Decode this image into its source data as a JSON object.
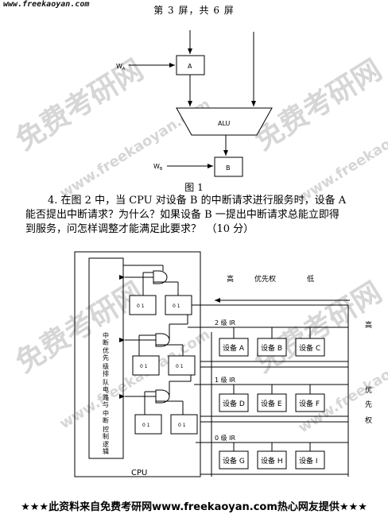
{
  "site_header": "www.freekaoyan.com",
  "page_header": "第 3 屏，共 6 屏",
  "watermark": {
    "cn": "免费考研网",
    "url": "www.freekaoyan.com"
  },
  "figure1": {
    "wa_label": "W",
    "wa_sub": "A",
    "wb_label": "W",
    "wb_sub": "B",
    "reg_a": "A",
    "reg_b": "B",
    "alu": "ALU",
    "caption": "图 1"
  },
  "question": {
    "line1": "4. 在图 2 中，当 CPU 对设备 B 的中断请求进行服务时，设备 A",
    "line2": "能否提出中断请求？为什么？如果设备 B 一提出中断请求总能立即得",
    "line3": "到服务，问怎样调整才能满足此要求？　（10 分）"
  },
  "figure2": {
    "priority_header": [
      "高",
      "优先权",
      "低"
    ],
    "side_high": "高",
    "side_priority": [
      "优",
      "先",
      "权"
    ],
    "left_box_text": [
      "中",
      "断",
      "优",
      "先",
      "级",
      "排",
      "队",
      "电",
      "路",
      "与",
      "中",
      "断",
      "控",
      "制",
      "逻",
      "辑"
    ],
    "ff_label": "0  1",
    "levels": [
      {
        "ir": "2 级 IR",
        "devices": [
          "设备 A",
          "设备 B",
          "设备 C"
        ]
      },
      {
        "ir": "1 级 IR",
        "devices": [
          "设备 D",
          "设备 E",
          "设备 F"
        ]
      },
      {
        "ir": "0 级 IR",
        "devices": [
          "设备 G",
          "设备 H",
          "设备 I"
        ]
      }
    ],
    "cpu_label": "CPU"
  },
  "footer": "★★★此资料来自免费考研网www.freekaoyan.com热心网友提供★★★"
}
